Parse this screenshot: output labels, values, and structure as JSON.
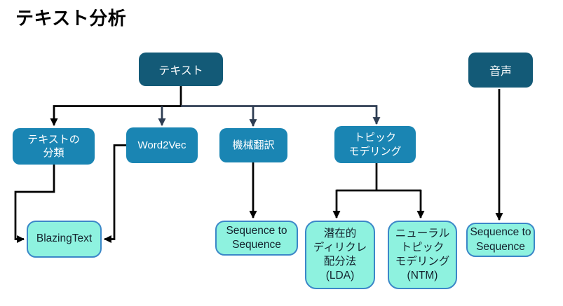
{
  "title": "テキスト分析",
  "colors": {
    "root_fill": "#135A77",
    "branch_fill": "#1A85B3",
    "leaf_fill": "#8EF2DF",
    "leaf_border": "#3B87C8",
    "connector_primary": "#2E3D52",
    "connector_secondary": "#000000",
    "box_text": "#FFFFFF",
    "leaf_text": "#14222D",
    "title_color": "#000000"
  },
  "nodes": {
    "text_root": {
      "label": "テキスト"
    },
    "audio_root": {
      "label": "音声"
    },
    "text_classification": {
      "label": "テキストの\n分類"
    },
    "word2vec": {
      "label": "Word2Vec"
    },
    "machine_translation": {
      "label": "機械翻訳"
    },
    "topic_modeling": {
      "label": "トピック\nモデリング"
    },
    "blazingtext": {
      "label": "BlazingText"
    },
    "seq2seq_text": {
      "label": "Sequence to\nSequence"
    },
    "lda": {
      "label": "潜在的\nディリクレ\n配分法\n(LDA)"
    },
    "ntm": {
      "label": "ニューラル\nトピック\nモデリング\n(NTM)"
    },
    "seq2seq_audio": {
      "label": "Sequence to\nSequence"
    }
  }
}
